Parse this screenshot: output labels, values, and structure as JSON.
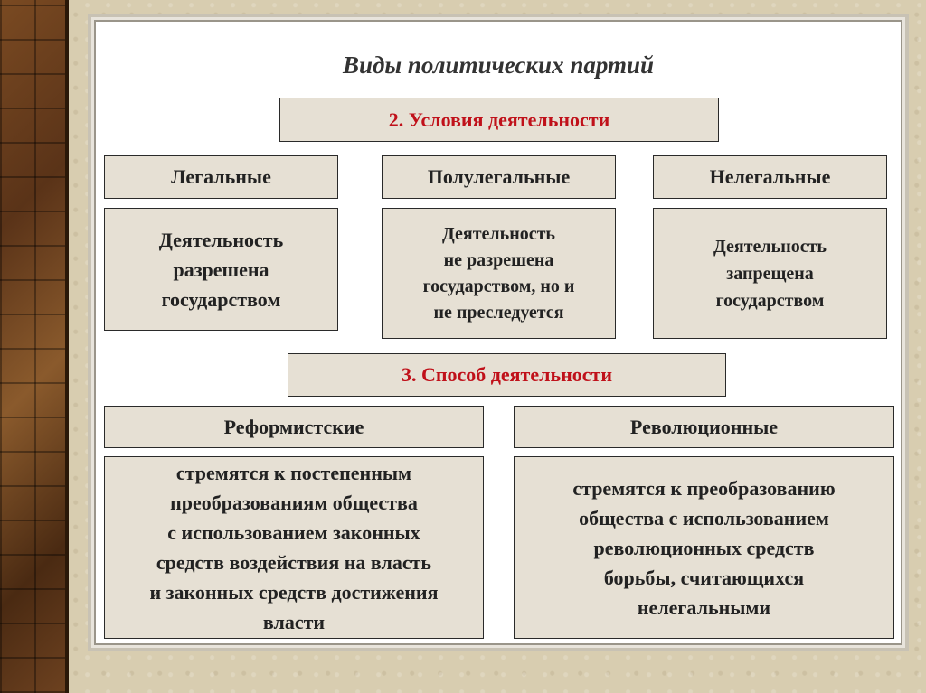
{
  "title": "Виды политических партий",
  "section2": {
    "heading": "2. Условия деятельности",
    "columns": [
      {
        "label": "Легальные",
        "description": "Деятельность\nразрешена\nгосударством"
      },
      {
        "label": "Полулегальные",
        "description": "Деятельность\nне разрешена\nгосударством, но и\nне преследуется"
      },
      {
        "label": "Нелегальные",
        "description": "Деятельность\nзапрещена\nгосударством"
      }
    ]
  },
  "section3": {
    "heading": "3. Способ деятельности",
    "columns": [
      {
        "label": "Реформистские",
        "description": "стремятся к постепенным\nпреобразованиям общества\nс использованием законных\nсредств воздействия на власть\nи законных средств достижения\nвласти"
      },
      {
        "label": "Революционные",
        "description": "стремятся к преобразованию\nобщества с использованием\nреволюционных средств\nборьбы, считающихся\nнелегальными"
      }
    ]
  },
  "colors": {
    "heading_red": "#c0111a",
    "box_fill": "#e6e0d4",
    "strip_brown": "#6e4220"
  }
}
